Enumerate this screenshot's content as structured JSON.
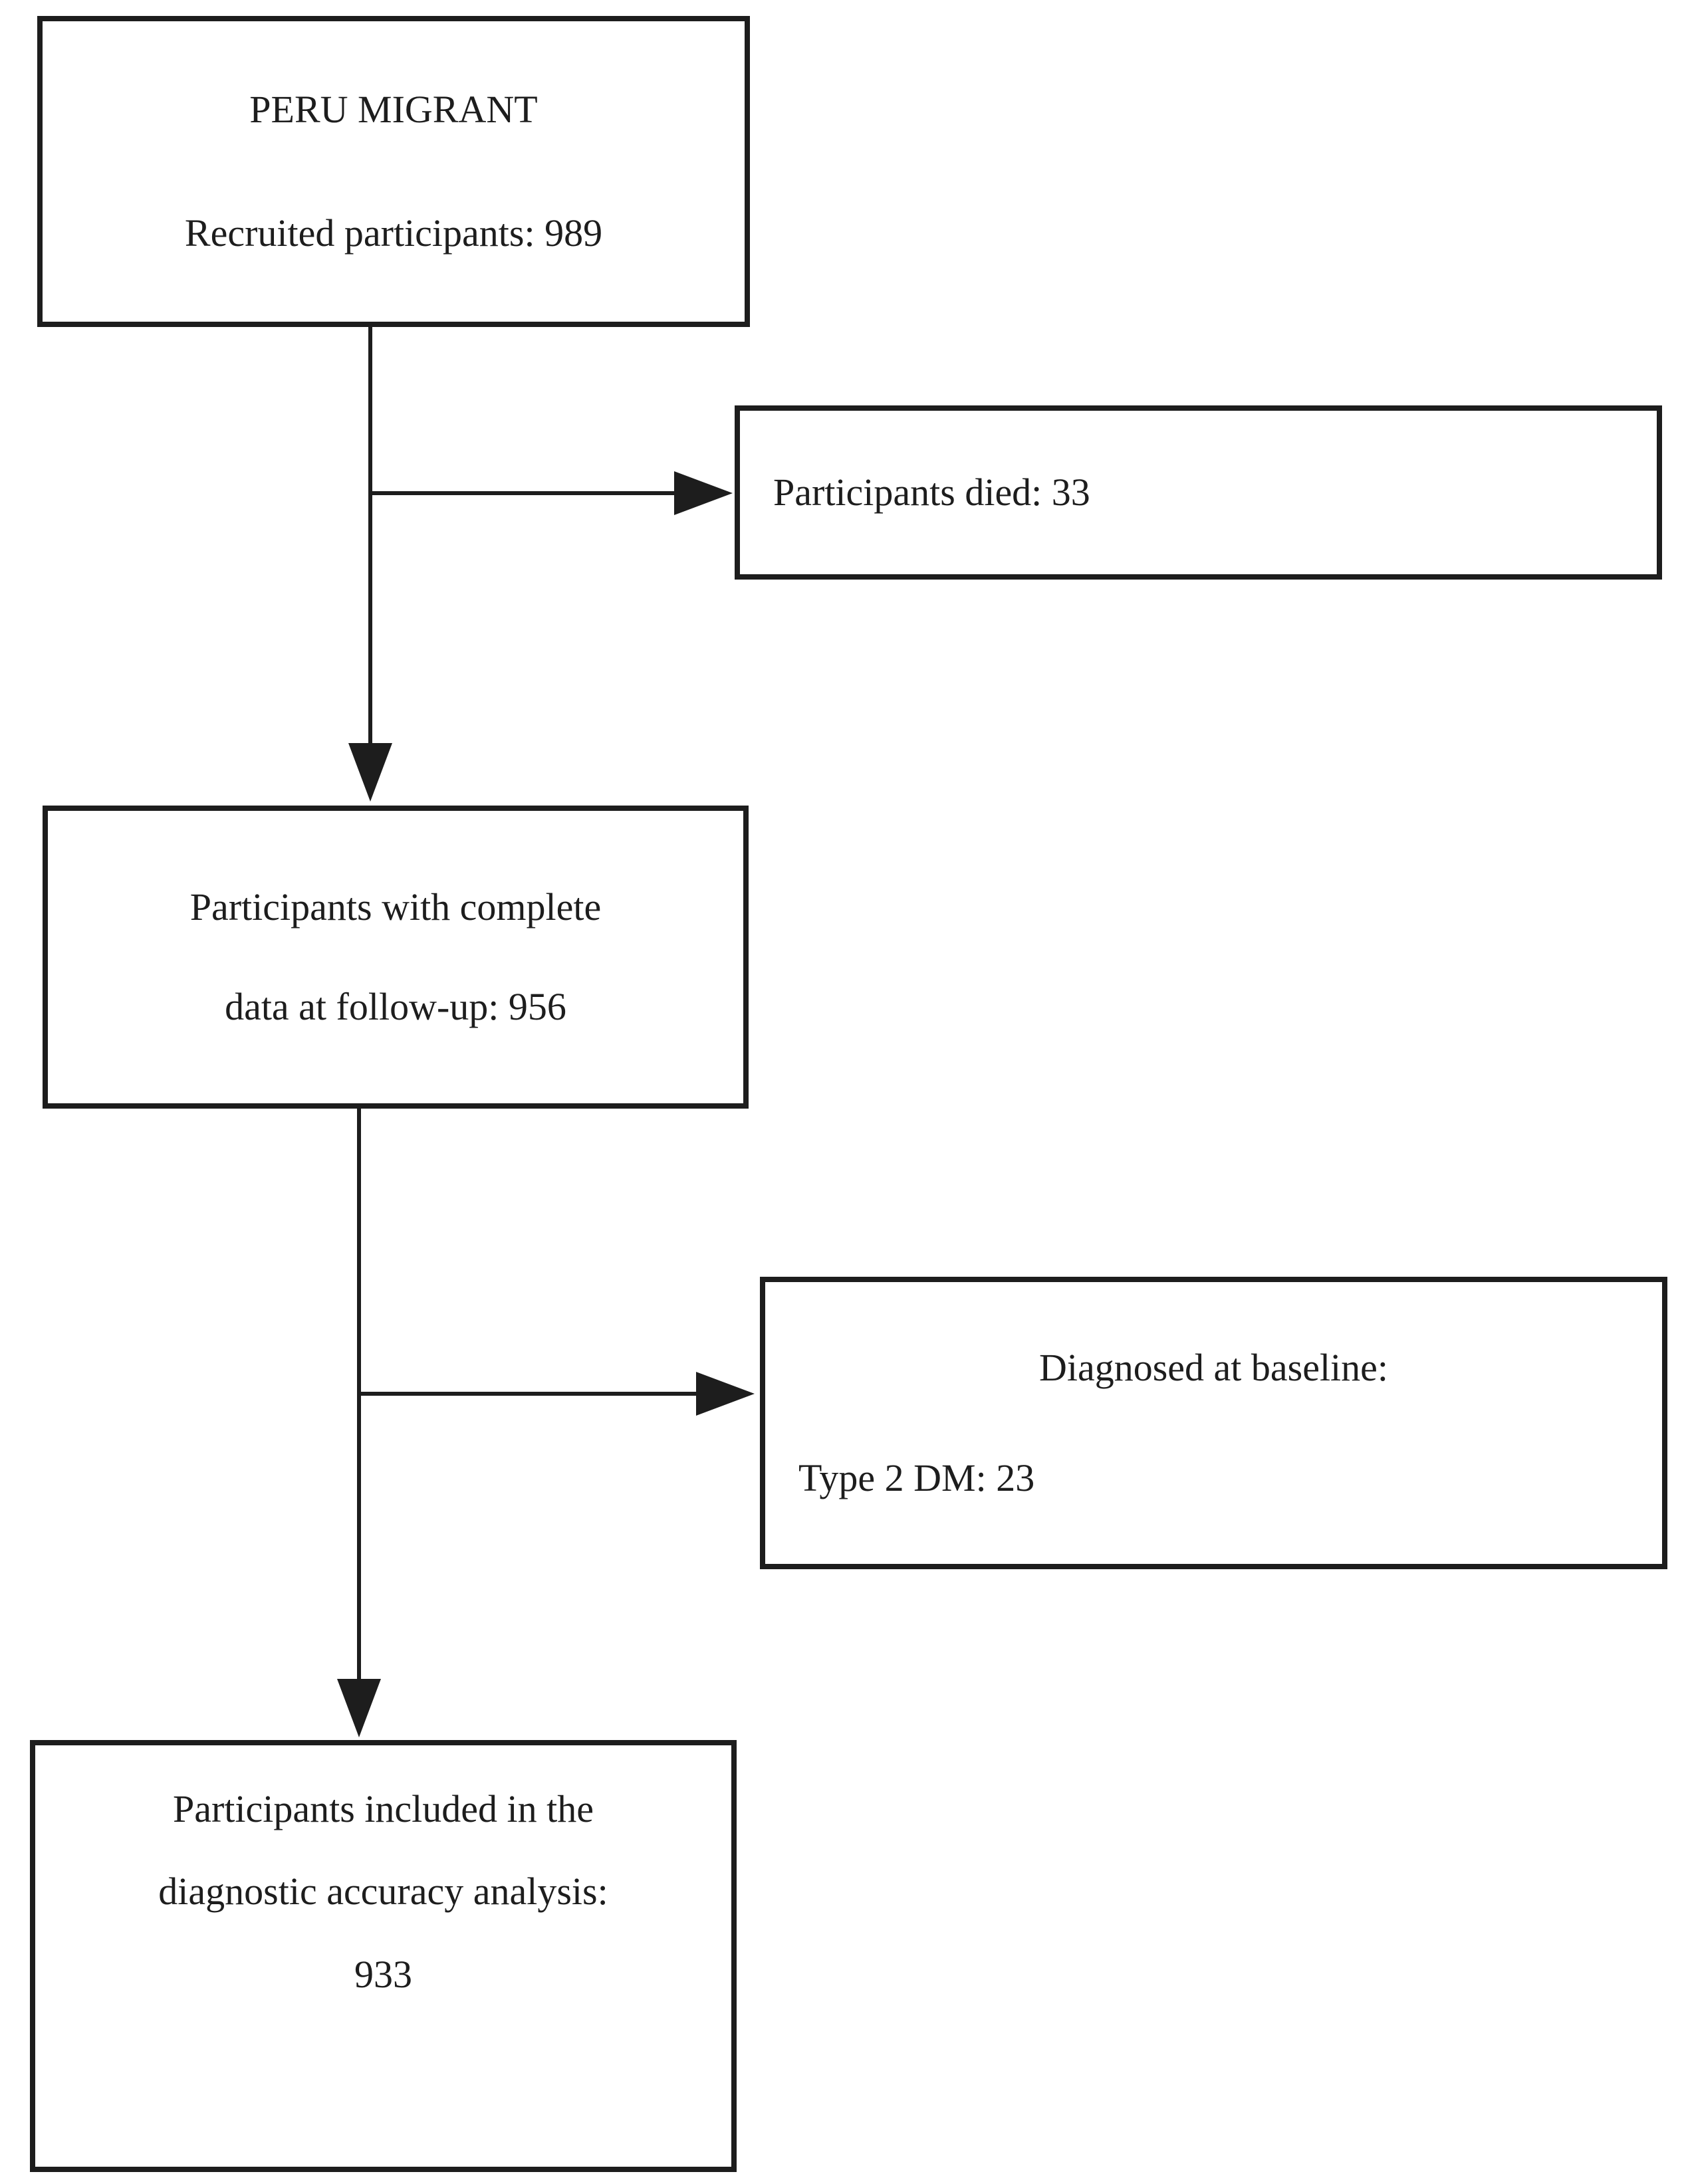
{
  "figure": {
    "type": "flowchart",
    "boxes": {
      "recruited": {
        "lines": [
          "PERU MIGRANT",
          "Recruited participants: 989"
        ]
      },
      "died": {
        "lines": [
          "Participants died: 33"
        ]
      },
      "complete": {
        "lines": [
          "Participants with complete",
          "data at follow-up: 956"
        ]
      },
      "diagnosed": {
        "lines": [
          "Diagnosed at baseline:",
          "Type 2 DM: 23"
        ]
      },
      "final": {
        "lines": [
          "Participants included in the",
          "diagnostic accuracy analysis:",
          "933"
        ]
      }
    },
    "colors": {
      "ink": "#1d1d1d",
      "background": "#ffffff"
    }
  }
}
